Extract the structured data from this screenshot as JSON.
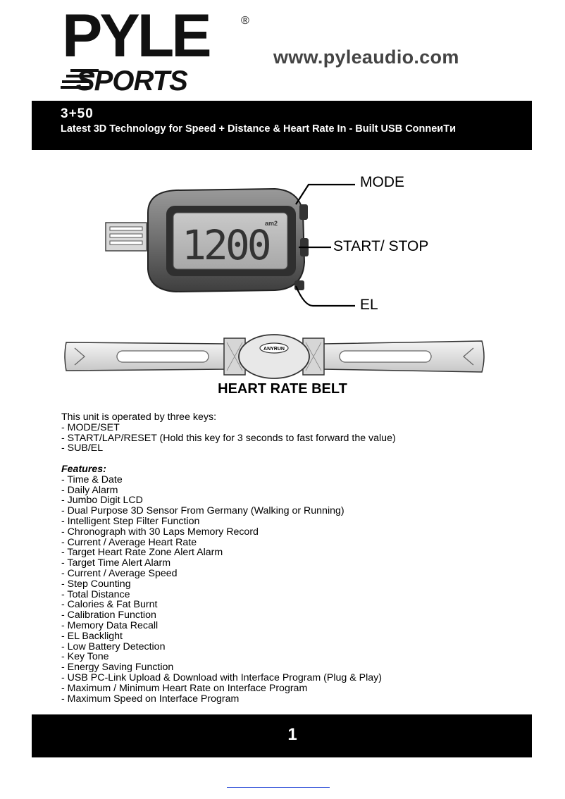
{
  "brand": {
    "logo_top": "PYLE",
    "logo_bottom": "SPORTS",
    "registered_mark": "®"
  },
  "website": "www.pyleaudio.com",
  "header": {
    "model": "3+50 ",
    "subtitle": "Latest 3D Technology for Speed + Distance & Heart Rate In - Built USB ConneᴎTᴎ"
  },
  "device": {
    "lcd_reading": "1200",
    "lcd_unit": "am2",
    "callouts": {
      "mode": "MODE",
      "start_stop": "START/ STOP",
      "el": "EL"
    }
  },
  "belt": {
    "brand_badge": "ANYRUN",
    "caption": "HEART RATE BELT"
  },
  "keys_intro": "This unit is operated by three keys:",
  "keys": [
    "- MODE/SET",
    "- START/LAP/RESET (Hold this key for 3 seconds to fast forward the value)",
    "- SUB/EL"
  ],
  "features_heading": "Features:",
  "features": [
    "- Time & Date",
    "- Daily Alarm",
    "- Jumbo Digit LCD",
    "- Dual Purpose 3D Sensor From Germany (Walking or Running)",
    "- Intelligent Step Filter Function",
    "- Chronograph with 30 Laps Memory Record",
    "- Current / Average Heart Rate",
    "- Target Heart Rate Zone  Alert Alarm",
    "- Target Time  Alert Alarm",
    "- Current / Average Speed",
    "- Step Counting",
    "- Total Distance",
    "- Calories & Fat Burnt",
    "- Calibration Function",
    "- Memory Data Recall",
    "- EL Backlight",
    "- Low Battery Detection",
    "- Key Tone",
    "- Energy Saving Function",
    "- USB PC-Link Upload & Download with Interface Program (Plug & Play)",
    "- Maximum / Minimum  Heart Rate on Interface Program",
    "- Maximum Speed on Interface Program"
  ],
  "page_number": "1",
  "colors": {
    "bar_background": "#000000",
    "website_text": "#444444",
    "link_underline": "#2a4bd7"
  }
}
